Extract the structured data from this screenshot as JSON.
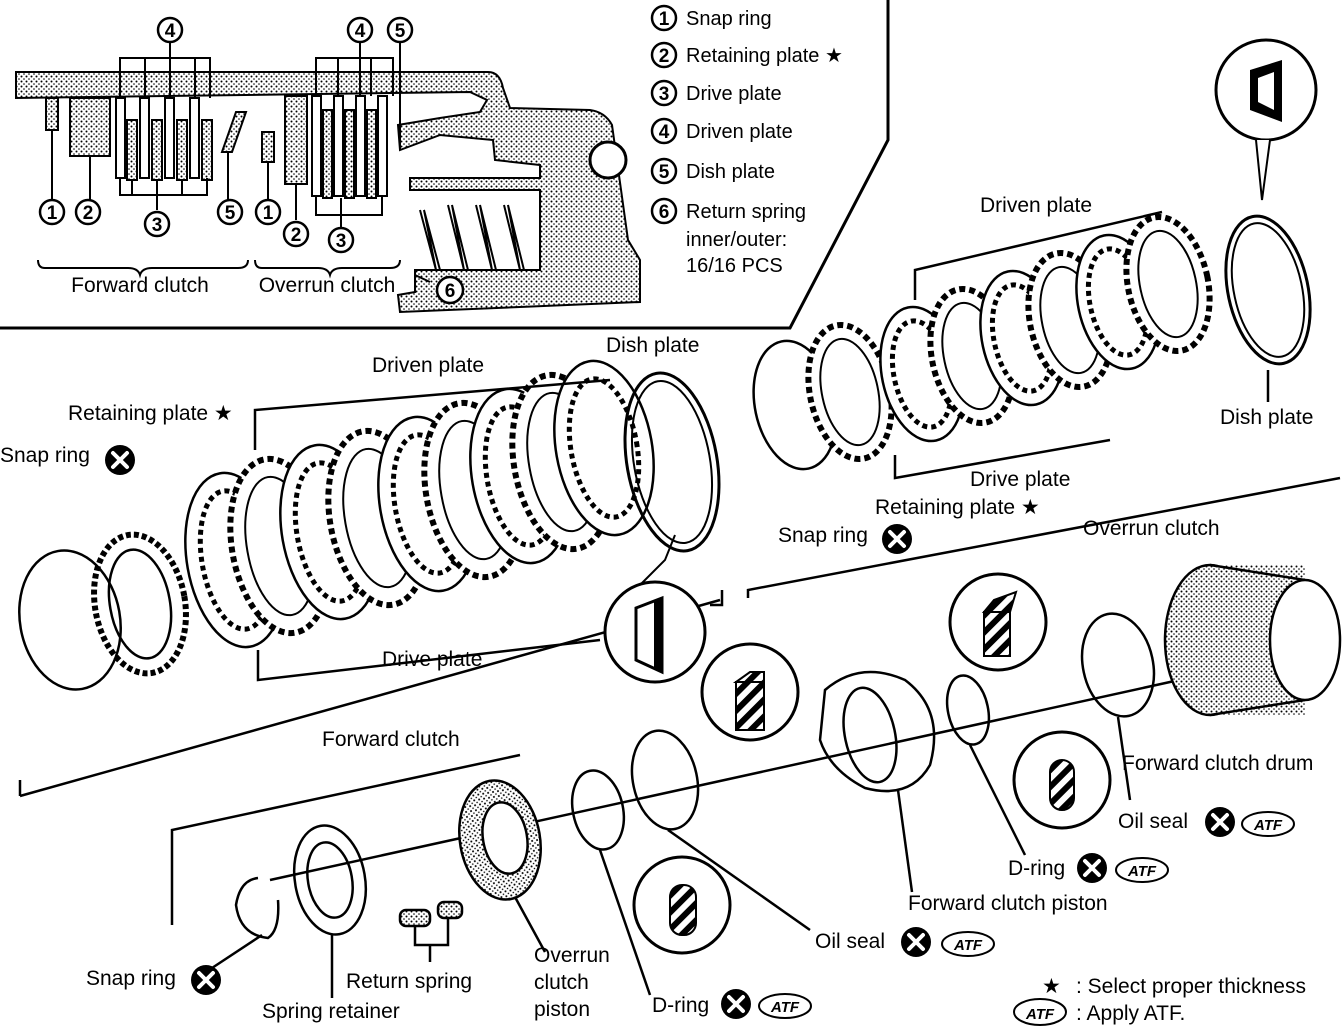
{
  "legend": [
    {
      "num": "1",
      "text": "Snap ring"
    },
    {
      "num": "2",
      "text": "Retaining plate ★"
    },
    {
      "num": "3",
      "text": "Drive plate"
    },
    {
      "num": "4",
      "text": "Driven plate"
    },
    {
      "num": "5",
      "text": "Dish plate"
    },
    {
      "num": "6",
      "text": "Return spring"
    },
    {
      "num": "",
      "text": "inner/outer:"
    },
    {
      "num": "",
      "text": "16/16 PCS"
    }
  ],
  "inset_labels": {
    "forward_clutch": "Forward clutch",
    "overrun_clutch": "Overrun clutch",
    "n1": "1",
    "n2": "2",
    "n3": "3",
    "n4": "4",
    "n5": "5",
    "n6": "6"
  },
  "labels": {
    "snap_ring_left": "Snap ring",
    "retaining_plate_left": "Retaining plate ★",
    "driven_plate_left": "Driven plate",
    "dish_plate_left": "Dish plate",
    "drive_plate_left": "Drive plate",
    "forward_clutch": "Forward clutch",
    "driven_plate_right": "Driven plate",
    "dish_plate_right": "Dish plate",
    "drive_plate_right": "Drive plate",
    "retaining_plate_right": "Retaining plate ★",
    "snap_ring_right": "Snap ring",
    "overrun_clutch": "Overrun clutch",
    "forward_clutch_drum": "Forward clutch drum",
    "oil_seal_right": "Oil seal",
    "d_ring_right": "D-ring",
    "forward_clutch_piston": "Forward clutch piston",
    "oil_seal_center": "Oil seal",
    "overrun_piston_1": "Overrun",
    "overrun_piston_2": "clutch",
    "overrun_piston_3": "piston",
    "d_ring_bottom": "D-ring",
    "snap_ring_bottom": "Snap ring",
    "return_spring": "Return spring",
    "spring_retainer": "Spring retainer"
  },
  "badges": {
    "atf": "ATF"
  },
  "footnotes": {
    "star_symbol": "★",
    "star_text": ": Select proper thickness",
    "atf_text": ": Apply ATF."
  }
}
